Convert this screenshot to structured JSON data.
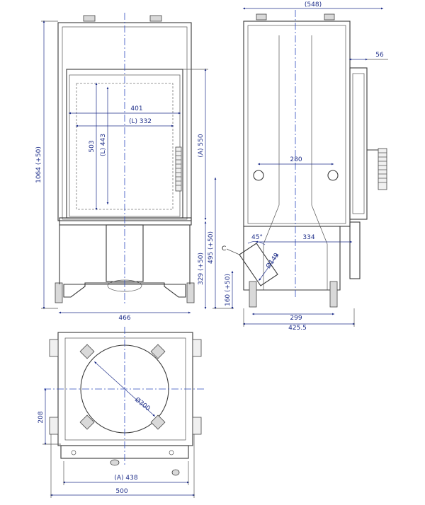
{
  "front_view": {
    "height_total": "1064 (+50)",
    "width_total": "466",
    "glass_width": "401",
    "glass_width_l": "(L) 332",
    "glass_height": "503",
    "glass_height_l": "(L) 443",
    "door_height": "(A) 550",
    "base_to_door": "495 (+50)",
    "base_height": "329 (+50)"
  },
  "side_view": {
    "depth_total": "(548)",
    "handle_offset": "56",
    "flue_spacing": "280",
    "rear_outlet_offset": "334",
    "angle": "45°",
    "outlet_diameter": "Ø149",
    "corner_label": "C",
    "outlet_height": "160 (+50)",
    "foot_spacing": "299",
    "base_depth": "425.5"
  },
  "top_view": {
    "flue_diameter": "Ø300",
    "side_offset": "208",
    "inner_width": "(A) 438",
    "outer_width": "500"
  }
}
